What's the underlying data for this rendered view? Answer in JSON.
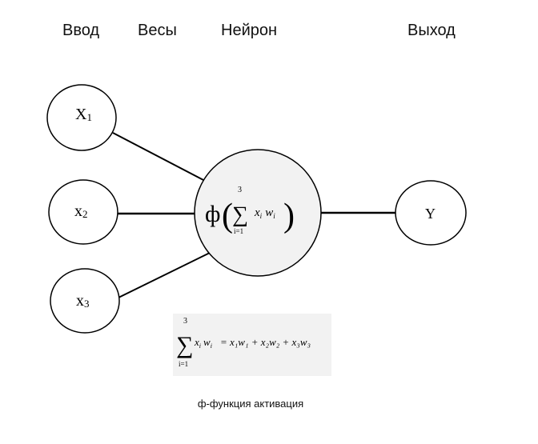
{
  "headers": {
    "input": "Ввод",
    "weights": "Весы",
    "neuron": "Нейрон",
    "output": "Выход"
  },
  "inputs": [
    {
      "base": "X",
      "sub": "1"
    },
    {
      "base": "x",
      "sub": "2"
    },
    {
      "base": "x",
      "sub": "3"
    }
  ],
  "neuron": {
    "phi": "ф",
    "sum_upper": "3",
    "sum_lower": "i=1",
    "term": "x",
    "term_sub": "i",
    "weight": "w",
    "weight_sub": "i"
  },
  "output": {
    "label": "Y"
  },
  "formula": {
    "sum_upper": "3",
    "sum_lower": "i=1",
    "lhs": "x",
    "lhs_sub": "i",
    "lhs_w": "w",
    "lhs_w_sub": "i",
    "rhs": "= x₁w₁ + x₂w₂ + x₃w₃"
  },
  "caption": "ф-функция активация",
  "colors": {
    "neuron_fill": "#f2f2f2",
    "stroke": "#000000",
    "formula_bg": "#f2f2f2"
  }
}
